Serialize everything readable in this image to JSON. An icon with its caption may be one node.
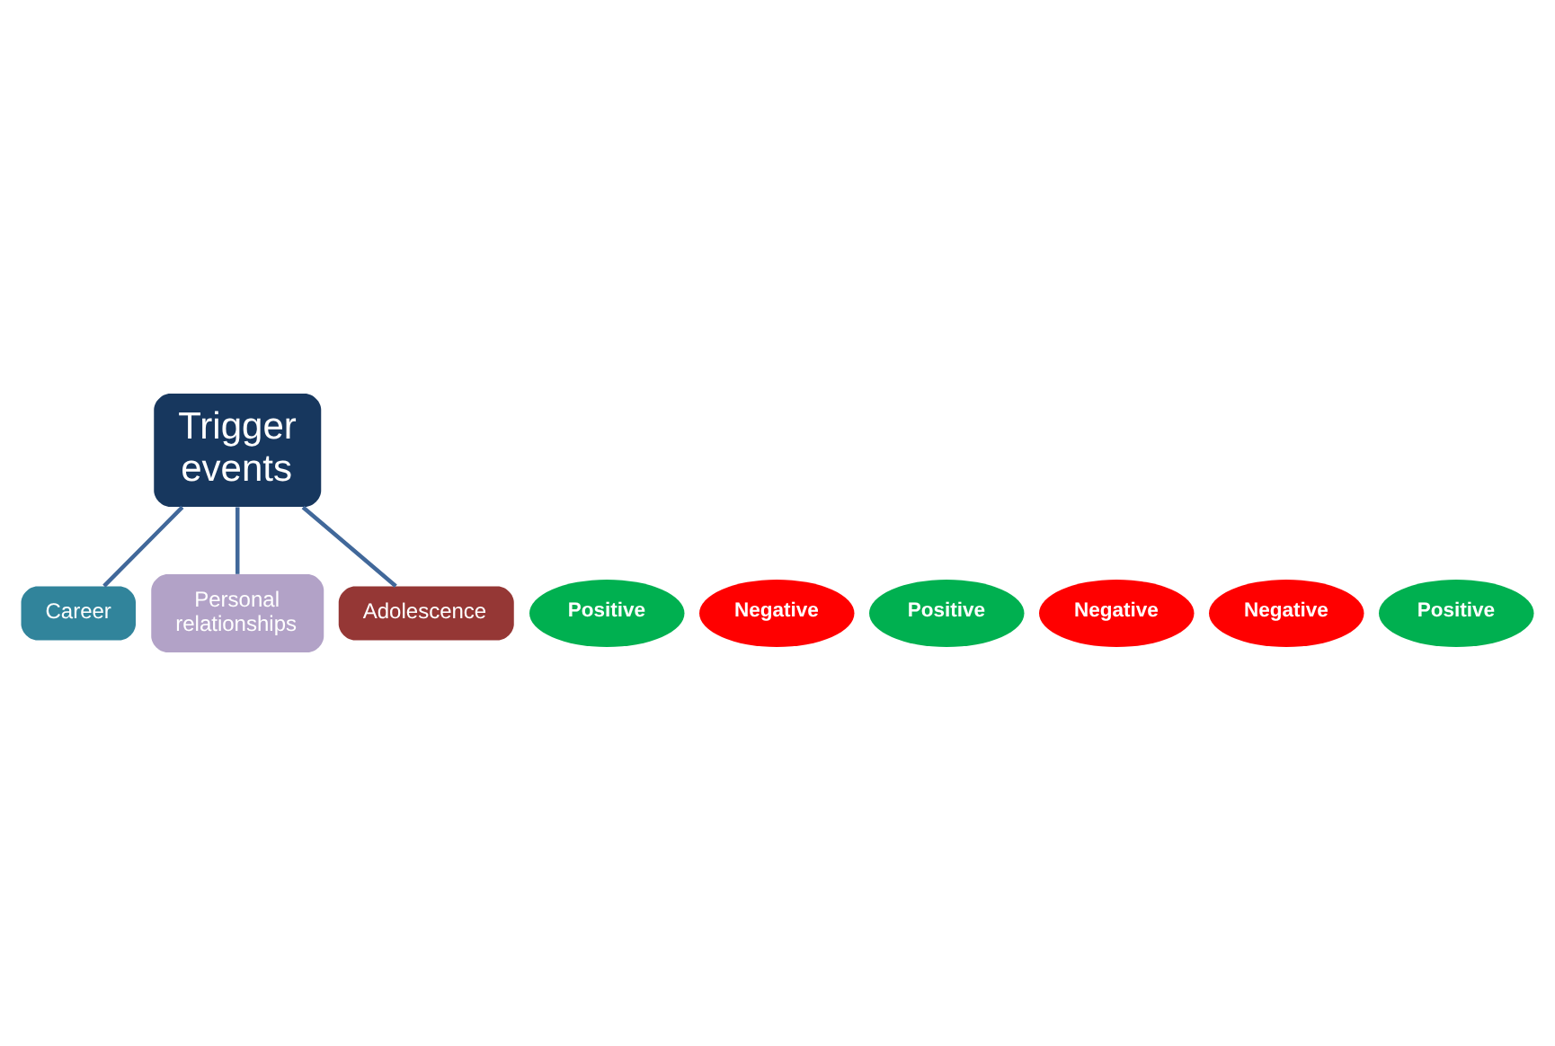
{
  "diagram": {
    "nodes": [
      {
        "text": [
          "Career"
        ]
      },
      {
        "text": [
          "Positive"
        ]
      },
      {
        "text": [
          "Negative"
        ]
      },
      {
        "text": [
          "Trigger events"
        ]
      },
      {
        "text": [
          "Personal relationships"
        ]
      },
      {
        "text": [
          "Adolescence"
        ]
      },
      {
        "text": [
          "Positive"
        ]
      },
      {
        "text": [
          "Negative"
        ]
      },
      {
        "text": [
          "Negative"
        ]
      },
      {
        "text": [
          "Positive"
        ]
      }
    ],
    "edges": [
      {
        "from": 3,
        "to": 0,
        "arrow": "none"
      },
      {
        "from": 3,
        "to": 4,
        "arrow": "none"
      },
      {
        "from": 3,
        "to": 5,
        "arrow": "none"
      }
    ]
  }
}
